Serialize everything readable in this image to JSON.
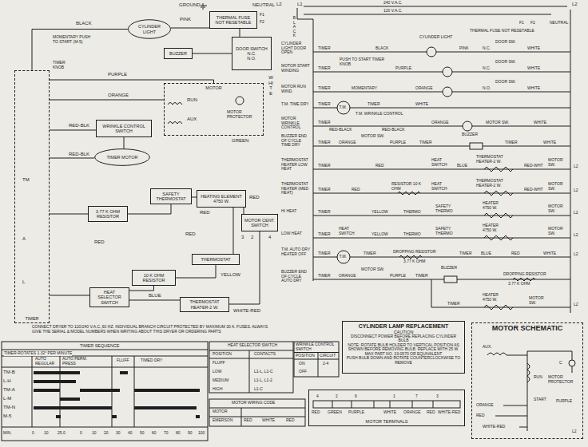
{
  "diagram": {
    "nodes": [
      {
        "text": [
          "CYLINDER LIGHT"
        ]
      },
      {
        "text": [
          "THERMAL FUSE NOT RESETABLE"
        ]
      },
      {
        "text": [
          "DOOR SWITCH",
          "N.C.",
          "N.O."
        ]
      },
      {
        "text": [
          "BUZZER"
        ]
      },
      {
        "text": [
          "MOTOR"
        ]
      },
      {
        "text": [
          "WRINKLE CONTROL SWITCH"
        ]
      },
      {
        "text": [
          "TIMER MOTOR"
        ]
      },
      {
        "text": [
          "3.77 K OHM RESISTOR"
        ]
      },
      {
        "text": [
          "SAFETY THERMOSTAT"
        ]
      },
      {
        "text": [
          "HEATING ELEMENT 4750 W."
        ]
      },
      {
        "text": [
          "MOTOR CENT. SWITCH"
        ]
      },
      {
        "text": [
          "THERMOSTAT"
        ]
      },
      {
        "text": [
          "10 K OHM RESISTOR"
        ]
      },
      {
        "text": [
          "HEAT SELECTOR SWITCH"
        ]
      },
      {
        "text": [
          "THERMOSTAT HEATER-2 W."
        ]
      },
      {
        "text": [
          "TIMER"
        ]
      },
      {
        "text": [
          "CYLINDER LAMP REPLACEMENT",
          "CAUTION",
          "DISCONNECT POWER BEFORE REPLACING CYLINDER BULB",
          "NOTE: ROTATE BULB HOLDER TO VERTICAL POSITION AS SHOWN BEFORE REMOVING BULB. REPLACE WITH 25 W. MAX PART NO. 33-0570 OR EQUIVALENT",
          "PUSH BULB DOWN AND ROTATE COUNTERCLOCKWISE TO REMOVE"
        ]
      },
      {
        "text": [
          "MOTOR TERM'NALS"
        ]
      },
      {
        "text": [
          "MOTOR SCHEMATIC"
        ]
      }
    ],
    "edges": [
      {
        "from": 15,
        "to": 0,
        "arrow": "none"
      },
      {
        "from": 0,
        "to": 1,
        "arrow": "none"
      },
      {
        "from": 1,
        "to": 2,
        "arrow": "none"
      },
      {
        "from": 2,
        "to": 3,
        "arrow": "none"
      },
      {
        "from": 15,
        "to": 4,
        "arrow": "none"
      },
      {
        "from": 15,
        "to": 4,
        "arrow": "none"
      },
      {
        "from": 15,
        "to": 5,
        "arrow": "none"
      },
      {
        "from": 5,
        "to": 6,
        "arrow": "none"
      },
      {
        "from": 15,
        "to": 6,
        "arrow": "none"
      },
      {
        "from": 15,
        "to": 7,
        "arrow": "none"
      },
      {
        "from": 7,
        "to": 8,
        "arrow": "none"
      },
      {
        "from": 8,
        "to": 9,
        "arrow": "none"
      },
      {
        "from": 9,
        "to": 10,
        "arrow": "none"
      },
      {
        "from": 11,
        "to": 9,
        "arrow": "none"
      },
      {
        "from": 15,
        "to": 13,
        "arrow": "none"
      },
      {
        "from": 13,
        "to": 12,
        "arrow": "none"
      },
      {
        "from": 12,
        "to": 11,
        "arrow": "none"
      },
      {
        "from": 13,
        "to": 14,
        "arrow": "none"
      },
      {
        "from": 14,
        "to": 10,
        "arrow": "none"
      }
    ],
    "labels": [
      "GROUND",
      "NEUTRAL",
      "F1",
      "F2",
      "BLACK",
      "PINK",
      "MOMENTARY PUSH TO START (M-5)",
      "TIMER KNOB",
      "PURPLE",
      "ORANGE",
      "RUN",
      "AUX",
      "MOTOR PROTECTOR",
      "GREEN",
      "WHITE",
      "RED-BLK",
      "RED-BLK",
      "TM",
      "A",
      "L",
      "RED",
      "RED",
      "RED",
      "RED",
      "YELLOW",
      "BLUE",
      "WHITE-RED",
      "3",
      "4",
      "2",
      "L2",
      "L1",
      "240 V.A.C.",
      "120 V.A.C.",
      "L2",
      "NEUTRAL",
      "BLACK",
      "CYLINDER LIGHT DOOR OPEN",
      "MOTOR START WINDING",
      "MOTOR RUN WIND.",
      "T.M. TIME DRY",
      "MOTOR WRINKLE CONTROL",
      "BUZZER END OF CYCLE TIME DRY",
      "THERMOSTAT HEATER LOW HEAT",
      "THERMOSTAT HEATER (MED HEAT)",
      "HI HEAT",
      "LOW HEAT",
      "T.M. AUTO DRY HEATER OFF",
      "BUZZER END OF CYCLE AUTO DRY",
      "TIMER",
      "CYLINDER LIGHT",
      "BLACK",
      "PINK",
      "N.C.",
      "DOOR SW.",
      "WHITE",
      "TIMER",
      "PUSH TO START TIMER KNOB",
      "PURPLE",
      "N.C.",
      "DOOR SW.",
      "WHITE",
      "TIMER",
      "MOMENTARY",
      "ORANGE",
      "N.O.",
      "DOOR SW.",
      "WHITE",
      "TIMER",
      "T.M.",
      "TIMER",
      "WHITE",
      "TIMER",
      "T.M. WRINKLE CONTROL",
      "RED-BLACK",
      "RED-BLACK",
      "ORANGE",
      "MOTOR SW.",
      "WHITE",
      "TIMER",
      "ORANGE",
      "MOTOR SW.",
      "PURPLE",
      "TIMER",
      "BUZZER",
      "TIMER",
      "WHITE",
      "TIMER",
      "RED",
      "HEAT SWITCH",
      "BLUE",
      "THERMOSTAT HEATER-2 W.",
      "RED-WHT",
      "MOTOR SW.",
      "TIMER",
      "RED",
      "RESISTOR 10 K OHM",
      "HEAT SWITCH",
      "THERMOSTAT HEATER-2 W.",
      "RED-WHT",
      "MOTOR SW.",
      "TIMER",
      "YELLOW",
      "THERMO",
      "SAFETY THERMO",
      "HEATER 4750 W.",
      "MOTOR SW.",
      "TIMER",
      "HEAT SWITCH",
      "YELLOW",
      "THERMO",
      "SAFETY THERMO",
      "HEATER 4750 W.",
      "MOTOR SW.",
      "TIMER",
      "T.M.",
      "TIMER",
      "DROPPING RESISTOR",
      "3.77 K OHM",
      "TIMER",
      "BLUE",
      "RED",
      "WHITE",
      "TIMER",
      "ORANGE",
      "MOTOR SW.",
      "PURPLE",
      "TIMER",
      "BUZZER",
      "DROPPING RESISTOR",
      "3.77 K OHM",
      "TIMER",
      "HEATER 4750 W.",
      "MOTOR SW.",
      "L2",
      "L2",
      "L2",
      "L2",
      "L2",
      "L2",
      "CONNECT DRYER TO 120/240 V.A.C.,60 HZ. INDIVIDUAL BRANCH CIRCUIT PROTECTED BY MAXIMUM 30 A. FUSES. ALWAYS GIVE THE SERIAL & MODEL NUMBERS WHEN WRITING ABOUT THIS DRYER OR ORDERING PARTS",
      "TIMER SEQUENCE",
      "TIMER-ROTATES 1.32° PER MINUTE",
      "AUTO REGULAR",
      "AUTO PERM. PRESS",
      "FLUFF",
      "TIMED DRY",
      "TM-B",
      "L-H",
      "TM-A",
      "L-M",
      "TM-N",
      "M-5",
      "MIN.",
      "0",
      "10",
      "25.0",
      "0",
      "10",
      "20",
      "30",
      "40",
      "50",
      "60",
      "70",
      "80",
      "90",
      "100",
      "HEAT SELECTOR SWITCH",
      "POSITION",
      "CONTACTS",
      "FLUFF",
      "LOW",
      "L1-L, L1-C",
      "MEDIUM",
      "L1-L, L1-2",
      "HIGH",
      "L1-C",
      "WRINKLE CONTROL SWITCH",
      "POSITION",
      "CIRCUIT",
      "ON",
      "2-4",
      "OFF",
      "MOTOR WIRING CODE",
      "MOTOR",
      "EMERSON",
      "RED",
      "WHITE",
      "RED",
      "4",
      "2",
      "6",
      "1",
      "7",
      "3",
      "RED",
      "GREEN",
      "PURPLE",
      "WHITE",
      "ORANGE",
      "RED",
      "WHITE-RED",
      "AUX.",
      "RUN",
      "START",
      "C",
      "MOTOR PROTECTOR",
      "PURPLE",
      "ORANGE",
      "RED",
      "WHITE-RED",
      "L2",
      "THERMAL FUSE NOT RESETABLE",
      "F1",
      "F2"
    ]
  }
}
